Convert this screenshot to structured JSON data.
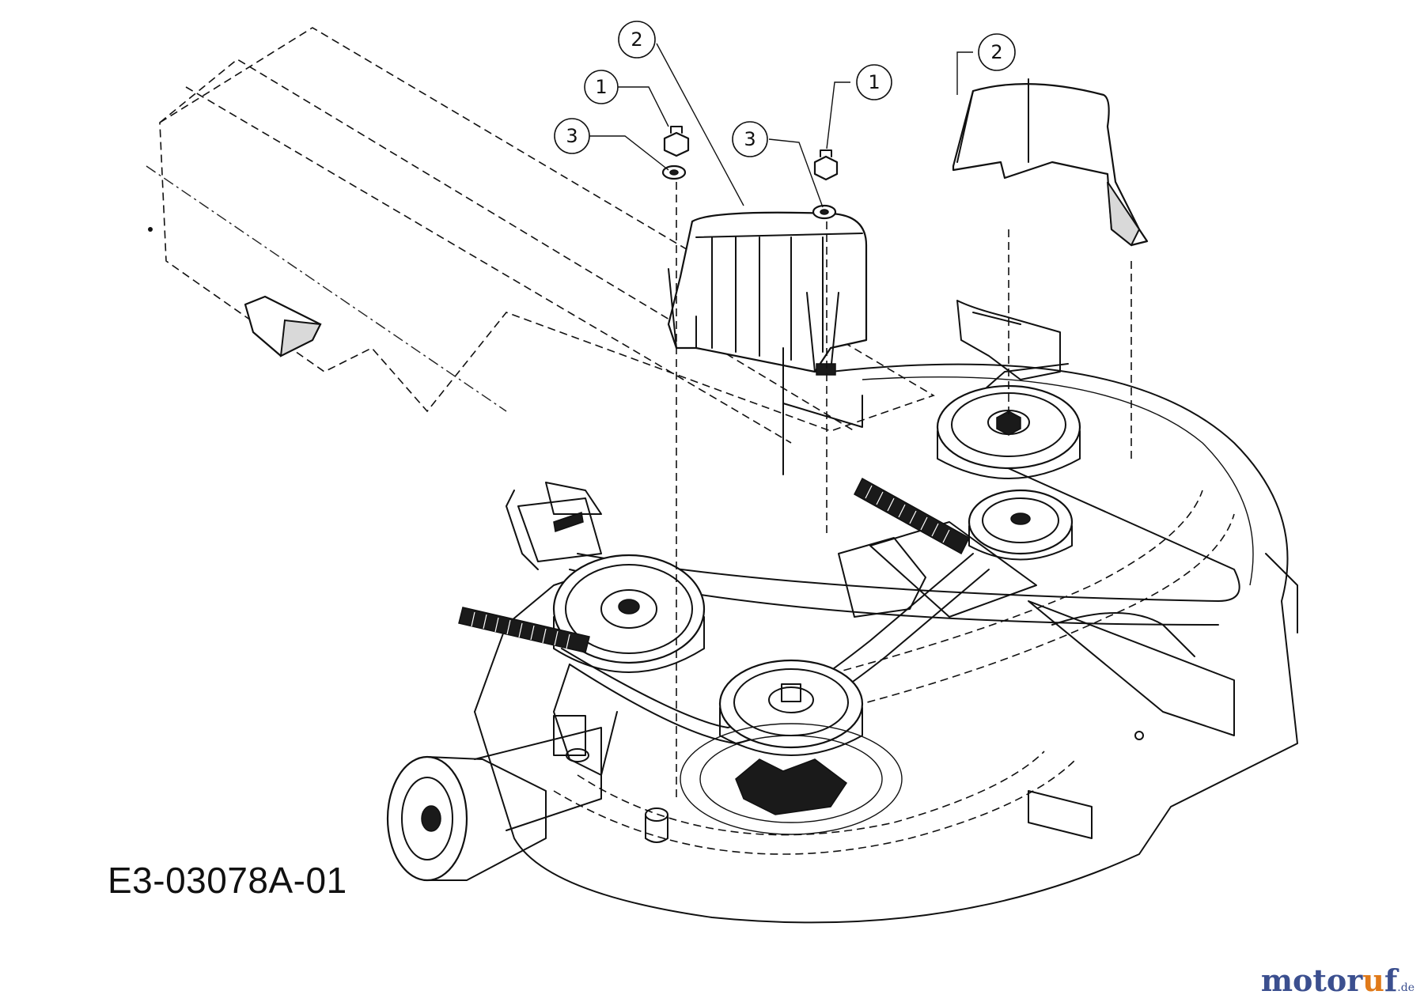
{
  "drawing": {
    "code": "E3-03078A-01",
    "callouts": [
      "2",
      "1",
      "3",
      "3",
      "1",
      "2"
    ]
  },
  "watermark": {
    "main": "motor",
    "accent": "u",
    "main2": "f",
    "tld": ".de"
  }
}
